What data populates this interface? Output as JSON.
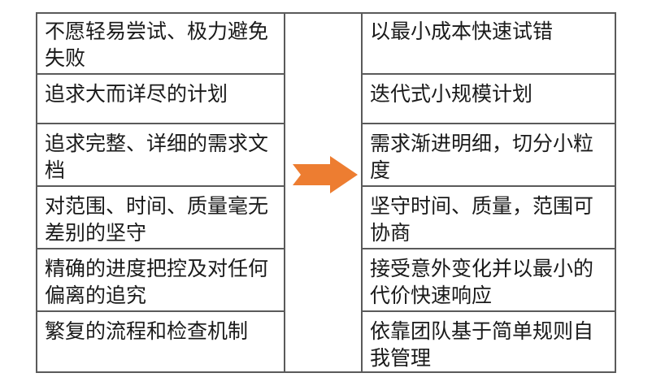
{
  "left_column": {
    "items": [
      {
        "text": "不愿轻易尝试、极力避免失败"
      },
      {
        "text": "追求大而详尽的计划"
      },
      {
        "text": "追求完整、详细的需求文档"
      },
      {
        "text": "对范围、时间、质量毫无差别的坚守"
      },
      {
        "text": "精确的进度把控及对任何偏离的追究"
      },
      {
        "text": "繁复的流程和检查机制"
      }
    ]
  },
  "right_column": {
    "items": [
      {
        "text": "以最小成本快速试错"
      },
      {
        "text": "迭代式小规模计划"
      },
      {
        "text": "需求渐进明细，切分小粒度"
      },
      {
        "text": "坚守时间、质量，范围可协商"
      },
      {
        "text": "接受意外变化并以最小的代价快速响应"
      },
      {
        "text": "依靠团队基于简单规则自我管理"
      }
    ]
  },
  "arrow": {
    "icon": "right-arrow-icon",
    "color": "#ED7D31"
  }
}
